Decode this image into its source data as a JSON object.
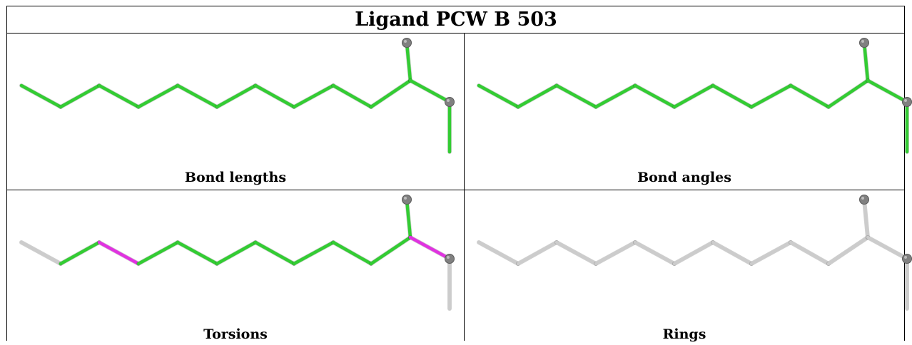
{
  "title": "Ligand PCW B 503",
  "panels": [
    {
      "caption": "Bond lengths",
      "bond_colors": [
        "green",
        "green",
        "green",
        "green",
        "green",
        "green",
        "green",
        "green",
        "green",
        "green",
        "green",
        "green",
        "green"
      ]
    },
    {
      "caption": "Bond angles",
      "bond_colors": [
        "green",
        "green",
        "green",
        "green",
        "green",
        "green",
        "green",
        "green",
        "green",
        "green",
        "green",
        "green",
        "green"
      ]
    },
    {
      "caption": "Torsions",
      "bond_colors": [
        "grey",
        "green",
        "magenta",
        "green",
        "green",
        "green",
        "green",
        "green",
        "green",
        "green",
        "green",
        "magenta",
        "grey"
      ]
    },
    {
      "caption": "Rings",
      "bond_colors": [
        "grey",
        "grey",
        "grey",
        "grey",
        "grey",
        "grey",
        "grey",
        "grey",
        "grey",
        "grey",
        "grey",
        "grey",
        "grey"
      ]
    }
  ],
  "colors": {
    "green": "#33cc33",
    "magenta": "#e033e0",
    "grey": "#cccccc",
    "atom": "#808080",
    "border": "#000000"
  }
}
